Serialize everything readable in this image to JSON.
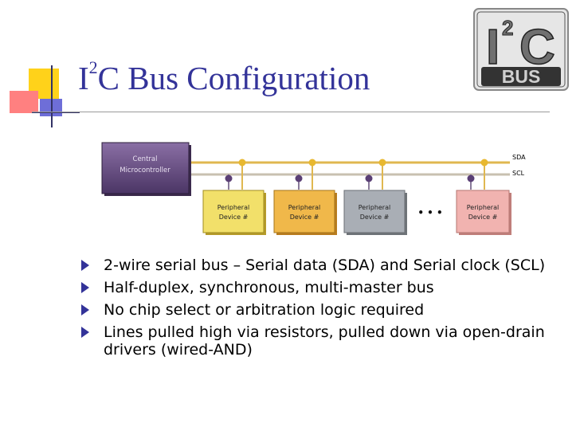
{
  "slide": {
    "title_prefix": "I",
    "title_sup": "2",
    "title_rest": "C Bus Configuration"
  },
  "logo": {
    "top_text": "I",
    "sup_text": "2",
    "right_text": "C",
    "bottom_text": "BUS"
  },
  "diagram": {
    "controller_line1": "Central",
    "controller_line2": "Microcontroller",
    "sda_label": "SDA",
    "scl_label": "SCL",
    "ellipsis": "• • •",
    "devices": [
      {
        "line1": "Peripheral",
        "line2": "Device #",
        "color": "#f2e06a"
      },
      {
        "line1": "Peripheral",
        "line2": "Device #",
        "color": "#f0b84a"
      },
      {
        "line1": "Peripheral",
        "line2": "Device #",
        "color": "#a9aeb5"
      },
      {
        "line1": "Peripheral",
        "line2": "Device #",
        "color": "#f1b3b0"
      }
    ],
    "controller_color": "#6a4f85",
    "sda_color": "#e8c25a",
    "scl_color": "#d0c8b8"
  },
  "bullets": [
    "2-wire serial bus – Serial data (SDA) and Serial clock (SCL)",
    "Half-duplex, synchronous, multi-master bus",
    "No chip select or arbitration logic required",
    "Lines pulled high via resistors, pulled down via open-drain drivers (wired-AND)"
  ]
}
